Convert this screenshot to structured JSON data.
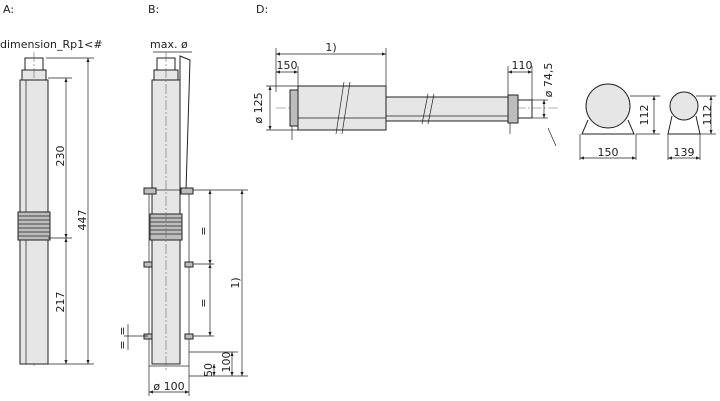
{
  "labels": {
    "a": "A:",
    "b": "B:",
    "d": "D:"
  },
  "view_a": {
    "top_note": "dimension_Rp1<#",
    "dim_upper": "230",
    "dim_lower": "217",
    "dim_total": "447"
  },
  "view_b": {
    "top_note": "max. ø",
    "dim_spacing": "1)",
    "dim_50": "50",
    "dim_100": "100",
    "dim_diameter": "ø 100"
  },
  "view_d": {
    "dim_length": "1)",
    "dim_150": "150",
    "dim_110": "110",
    "dim_dia_125": "ø 125",
    "dim_dia_74": "ø 74,5",
    "front_width": "150",
    "front_height": "112",
    "side_width": "139",
    "side_height": "112"
  }
}
